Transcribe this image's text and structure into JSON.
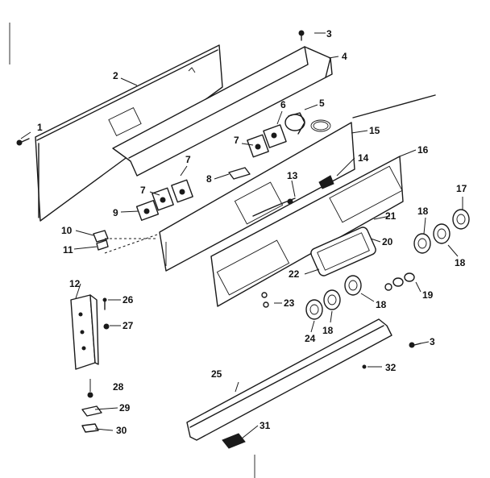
{
  "callouts": [
    {
      "id": "c1",
      "text": "1"
    },
    {
      "id": "c2",
      "text": "2"
    },
    {
      "id": "c3a",
      "text": "3"
    },
    {
      "id": "c3b",
      "text": "3"
    },
    {
      "id": "c4",
      "text": "4"
    },
    {
      "id": "c5",
      "text": "5"
    },
    {
      "id": "c6",
      "text": "6"
    },
    {
      "id": "c7a",
      "text": "7"
    },
    {
      "id": "c7b",
      "text": "7"
    },
    {
      "id": "c7c",
      "text": "7"
    },
    {
      "id": "c8",
      "text": "8"
    },
    {
      "id": "c9",
      "text": "9"
    },
    {
      "id": "c10",
      "text": "10"
    },
    {
      "id": "c11",
      "text": "11"
    },
    {
      "id": "c12",
      "text": "12"
    },
    {
      "id": "c13",
      "text": "13"
    },
    {
      "id": "c14",
      "text": "14"
    },
    {
      "id": "c15",
      "text": "15"
    },
    {
      "id": "c16",
      "text": "16"
    },
    {
      "id": "c17",
      "text": "17"
    },
    {
      "id": "c18a",
      "text": "18"
    },
    {
      "id": "c18b",
      "text": "18"
    },
    {
      "id": "c18c",
      "text": "18"
    },
    {
      "id": "c18d",
      "text": "18"
    },
    {
      "id": "c19",
      "text": "19"
    },
    {
      "id": "c20",
      "text": "20"
    },
    {
      "id": "c21",
      "text": "21"
    },
    {
      "id": "c22",
      "text": "22"
    },
    {
      "id": "c23",
      "text": "23"
    },
    {
      "id": "c24",
      "text": "24"
    },
    {
      "id": "c25",
      "text": "25"
    },
    {
      "id": "c26",
      "text": "26"
    },
    {
      "id": "c27",
      "text": "27"
    },
    {
      "id": "c28",
      "text": "28"
    },
    {
      "id": "c29",
      "text": "29"
    },
    {
      "id": "c30",
      "text": "30"
    },
    {
      "id": "c31",
      "text": "31"
    },
    {
      "id": "c32",
      "text": "32"
    }
  ]
}
